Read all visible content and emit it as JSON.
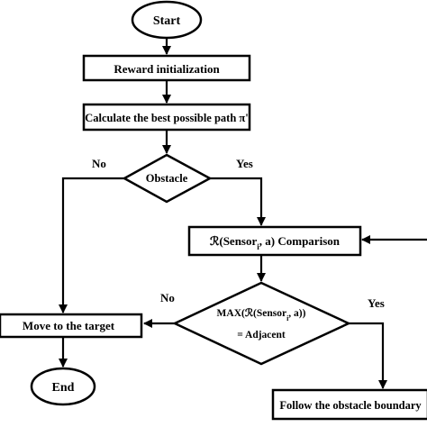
{
  "nodes": {
    "start": "Start",
    "reward_init": "Reward initialization",
    "calc_path": "Calculate the best possible path π'",
    "obstacle": "Obstacle",
    "comparison": {
      "prefix": "ℛ(Sensor",
      "subscript": "i",
      "suffix": ", a) Comparison"
    },
    "max_decision": {
      "prefix": "MAX(ℛ(Sensor",
      "subscript": "i",
      "suffix": ", a))",
      "line2": "= Adjacent"
    },
    "move_target": "Move to the target",
    "end": "End",
    "follow_boundary": "Follow the obstacle boundary"
  },
  "edges": {
    "obstacle_no": "No",
    "obstacle_yes": "Yes",
    "max_no": "No",
    "max_yes": "Yes"
  }
}
